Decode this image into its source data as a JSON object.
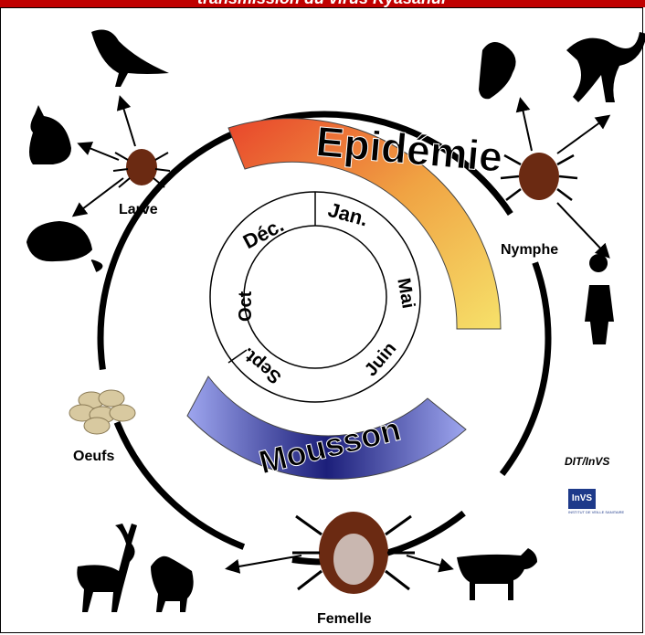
{
  "title": "transmission du virus Kyasanur",
  "outer_labels": {
    "larve": "Larve",
    "nymphe": "Nymphe",
    "oeufs": "Oeufs",
    "femelle": "Femelle"
  },
  "months": [
    "Déc.",
    "Jan.",
    "Mai",
    "Juin",
    "Sept.",
    "Oct"
  ],
  "bands": {
    "epidemie": "Epidémie",
    "mousson": "Mousson"
  },
  "credit": "DIT/InVS",
  "logo": {
    "text": "InVS",
    "subtitle": "INSTITUT DE VEILLE SANITAIRE"
  },
  "colors": {
    "epidemie_start": "#e8452b",
    "epidemie_end": "#f6e16a",
    "mousson_start": "#9ea6ef",
    "mousson_end": "#1c1f7a",
    "tick_body": "#6b2a12"
  }
}
